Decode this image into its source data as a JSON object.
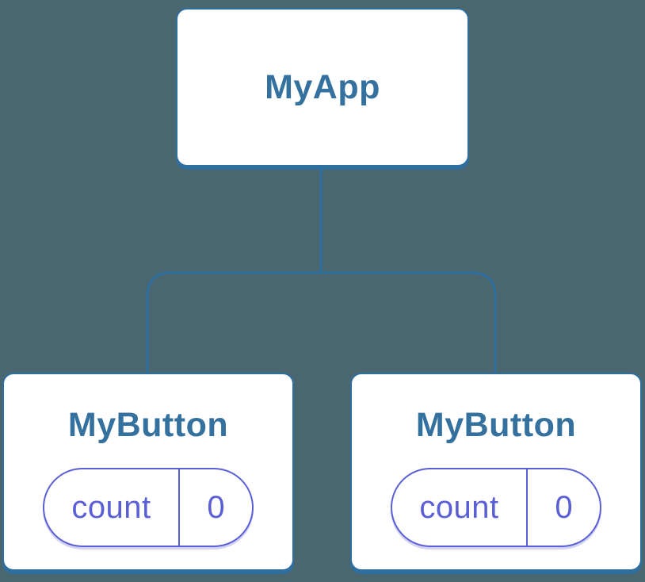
{
  "colors": {
    "canvas_bg": "#4a676f",
    "node_bg": "#ffffff",
    "node_border": "#2e6f9f",
    "node_title": "#35719f",
    "connector": "#2e6f9f",
    "state_accent": "#5b5fd6"
  },
  "tree": {
    "root": {
      "label": "MyApp"
    },
    "children": [
      {
        "label": "MyButton",
        "state": {
          "key": "count",
          "value": "0"
        }
      },
      {
        "label": "MyButton",
        "state": {
          "key": "count",
          "value": "0"
        }
      }
    ]
  }
}
